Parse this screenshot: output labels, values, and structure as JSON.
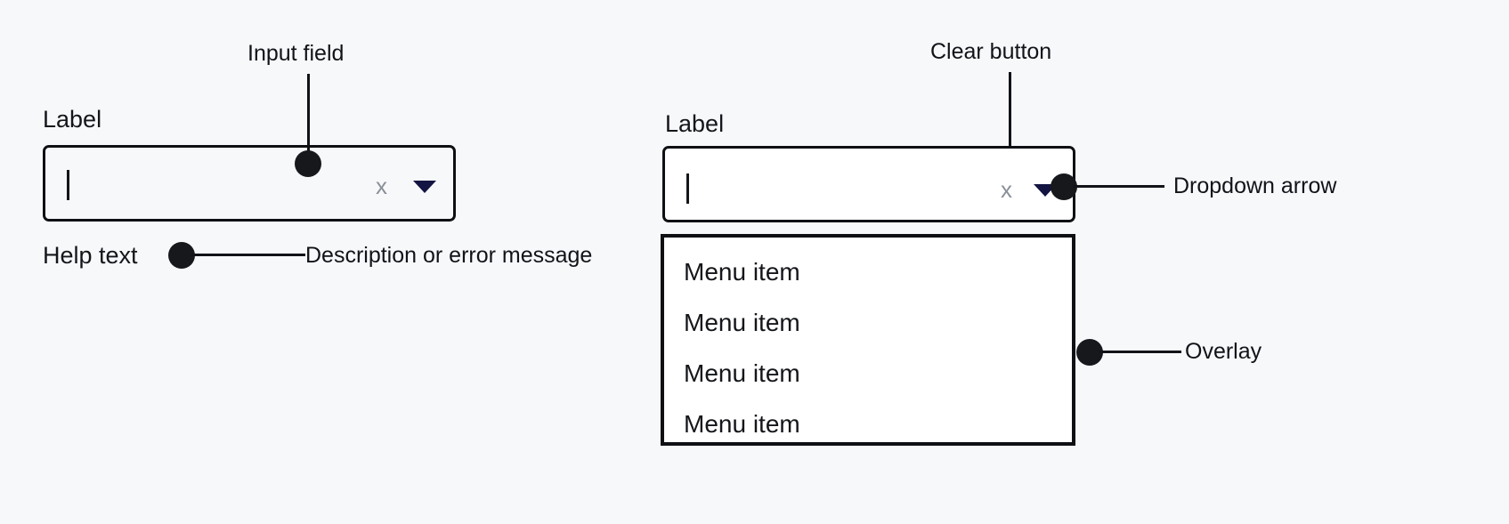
{
  "page": {
    "background_color": "#f7f8fa",
    "ink_color": "#14161a",
    "accent_arrow_color": "#141442",
    "clear_icon_color": "#8a9099"
  },
  "left_component": {
    "label": "Label",
    "input_value": "",
    "caret_visible": true,
    "clear_button_glyph": "x",
    "dropdown_arrow_icon": "chevron-down-icon",
    "help_text": "Help text",
    "annotations": {
      "input_field": "Input field",
      "help_description": "Description or error message"
    }
  },
  "right_component": {
    "label": "Label",
    "input_value": "",
    "caret_visible": true,
    "clear_button_glyph": "x",
    "dropdown_arrow_icon": "chevron-down-icon",
    "annotations": {
      "clear_button": "Clear button",
      "dropdown_arrow": "Dropdown arrow",
      "overlay": "Overlay"
    },
    "menu_items": [
      "Menu item",
      "Menu item",
      "Menu item",
      "Menu item"
    ]
  }
}
